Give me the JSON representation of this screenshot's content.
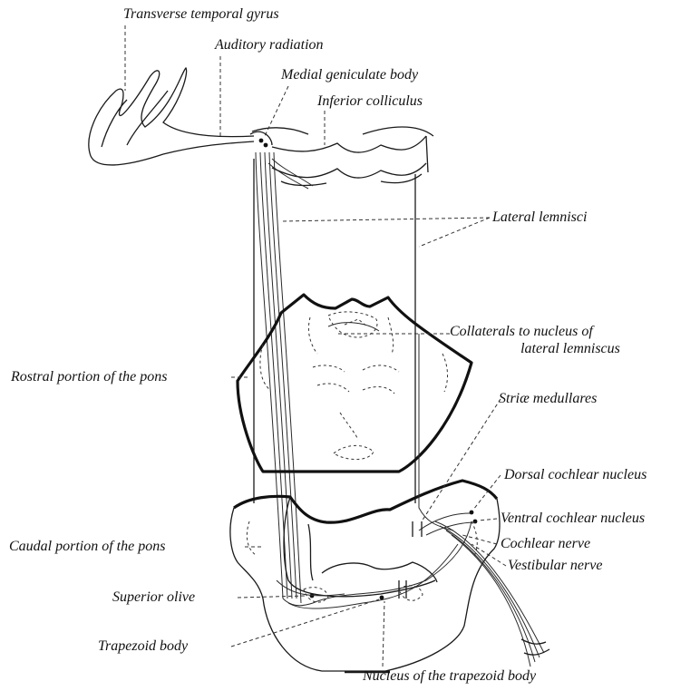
{
  "labels": {
    "transverse_temporal_gyrus": "Transverse temporal gyrus",
    "auditory_radiation": "Auditory radiation",
    "medial_geniculate_body": "Medial geniculate body",
    "inferior_colliculus": "Inferior colliculus",
    "lateral_lemnisci": "Lateral lemnisci",
    "collaterals_line1": "Collaterals to nucleus of",
    "collaterals_line2": "lateral lemniscus",
    "rostral_portion_pons": "Rostral portion of the pons",
    "striae_medullares": "Striæ medullares",
    "dorsal_cochlear_nucleus": "Dorsal cochlear nucleus",
    "ventral_cochlear_nucleus": "Ventral cochlear nucleus",
    "caudal_portion_pons": "Caudal portion of the pons",
    "cochlear_nerve": "Cochlear nerve",
    "vestibular_nerve": "Vestibular nerve",
    "superior_olive": "Superior olive",
    "trapezoid_body": "Trapezoid body",
    "nucleus_trapezoid_body": "Nucleus of the trapezoid body"
  }
}
